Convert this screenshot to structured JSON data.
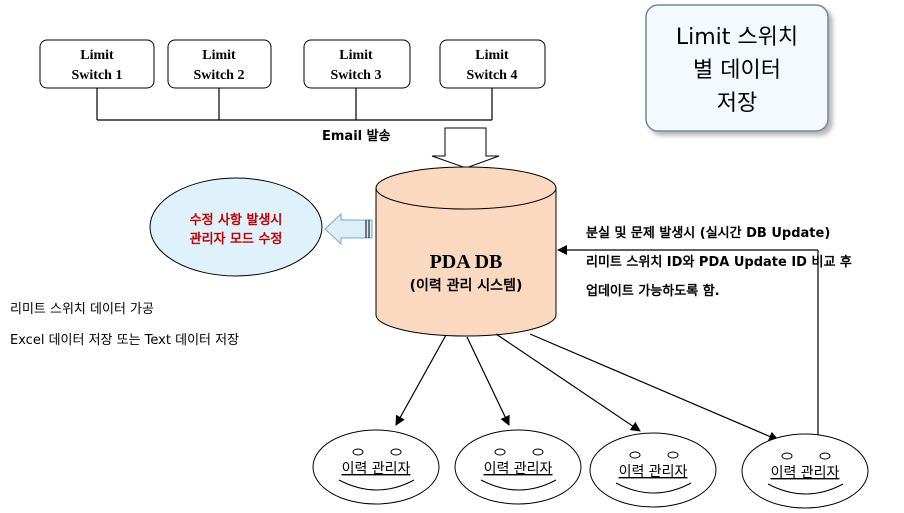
{
  "title_box": {
    "lines": [
      "Limit 스위치",
      "별 데이터",
      "저장"
    ]
  },
  "switches": [
    {
      "line1": "Limit",
      "line2": "Switch 1"
    },
    {
      "line1": "Limit",
      "line2": "Switch 2"
    },
    {
      "line1": "Limit",
      "line2": "Switch 3"
    },
    {
      "line1": "Limit",
      "line2": "Switch 4"
    }
  ],
  "email_label": "Email 발송",
  "db": {
    "title": "PDA DB",
    "subtitle": "(이력 관리 시스템)"
  },
  "admin_ellipse": {
    "line1": "수정 사항 발생시",
    "line2": "관리자 모드 수정"
  },
  "right_note": {
    "line1": "분실 및 문제 발생시 (실시간 DB Update)",
    "line2": "리미트 스위치 ID와 PDA Update ID 비교 후",
    "line3": "업데이트 가능하도록 함."
  },
  "left_note": {
    "line1": "리미트 스위치 데이터 가공",
    "line2": "Excel 데이터 저장 또는 Text 데이터 저장"
  },
  "managers": [
    "이력 관리자",
    "이력 관리자",
    "이력 관리자",
    "이력 관리자"
  ],
  "colors": {
    "db_fill": "#fbd9c0",
    "ellipse_fill": "#dff1fb",
    "title_box_fill": "#f4f9fd",
    "arrow_fill": "#dceff9",
    "red_text": "#c00000"
  }
}
